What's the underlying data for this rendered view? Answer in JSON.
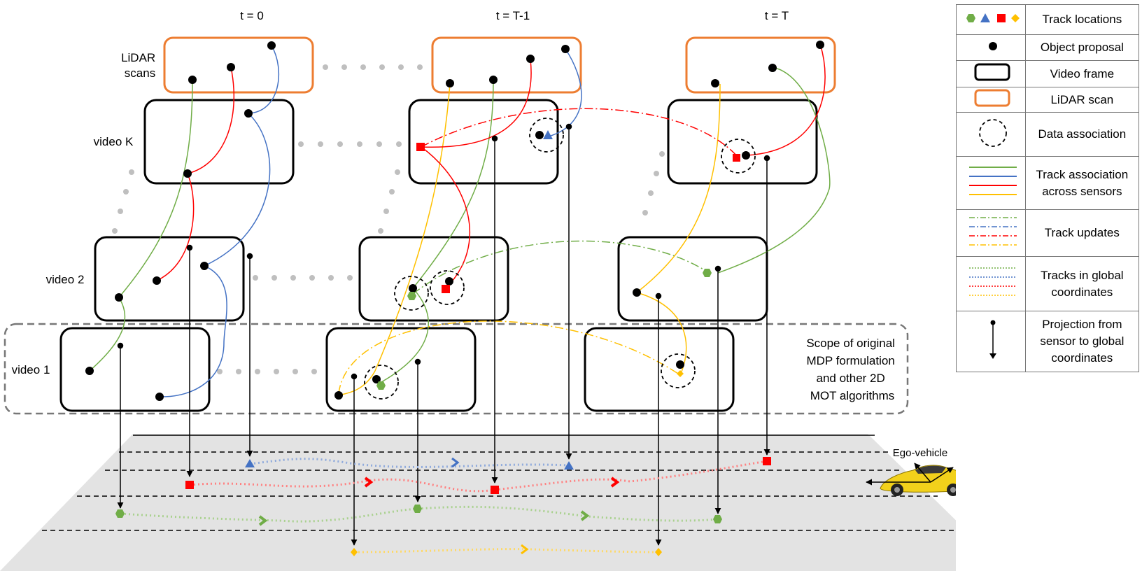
{
  "headers": {
    "t0": "t = 0",
    "t1": "t = T-1",
    "t2": "t = T"
  },
  "rows": {
    "lidar_line1": "LiDAR",
    "lidar_line2": "scans",
    "video_k": "video K",
    "video_2": "video 2",
    "video_1": "video 1"
  },
  "scope_note": {
    "line1": "Scope of original",
    "line2": "MDP formulation",
    "line3": "and other 2D",
    "line4": "MOT algorithms"
  },
  "ego_vehicle": "Ego-vehicle",
  "legend": [
    {
      "label_lines": [
        "Track locations"
      ],
      "symbol": "track-location-markers"
    },
    {
      "label_lines": [
        "Object proposal"
      ],
      "symbol": "black-dot"
    },
    {
      "label_lines": [
        "Video frame"
      ],
      "symbol": "black-rounded-rect"
    },
    {
      "label_lines": [
        "LiDAR scan"
      ],
      "symbol": "orange-rounded-rect"
    },
    {
      "label_lines": [
        "Data association"
      ],
      "symbol": "dashed-circle"
    },
    {
      "label_lines": [
        "Track association",
        "across sensors"
      ],
      "symbol": "solid-lines"
    },
    {
      "label_lines": [
        "Track updates"
      ],
      "symbol": "dash-dot-lines"
    },
    {
      "label_lines": [
        "Tracks in global",
        "coordinates"
      ],
      "symbol": "dotted-lines"
    },
    {
      "label_lines": [
        "Projection from",
        "sensor to global",
        "coordinates"
      ],
      "symbol": "vertical-arrow"
    }
  ],
  "colors": {
    "green": "#70AD47",
    "blue": "#4472C4",
    "red": "#FF0000",
    "yellow": "#FFC000",
    "orange_scan": "#ED7D31",
    "road": "#E3E3E3",
    "car": "#F2D11B"
  }
}
